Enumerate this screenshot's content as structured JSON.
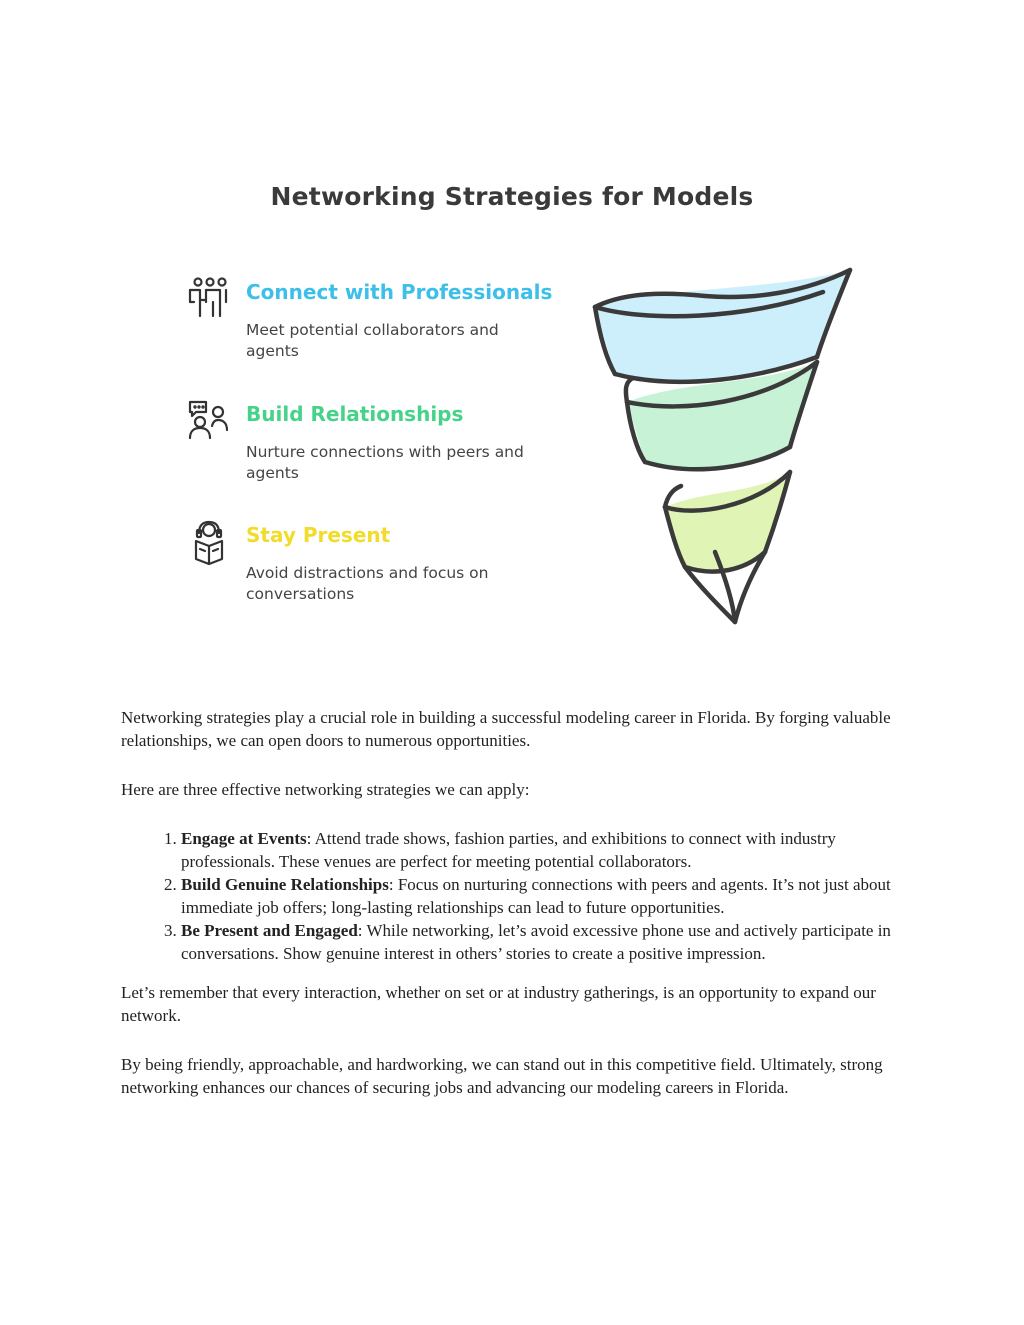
{
  "infographic": {
    "title": "Networking Strategies for Models",
    "strategies": [
      {
        "icon": "people-meeting-icon",
        "title": "Connect with Professionals",
        "description": "Meet potential collaborators and agents",
        "color": "#3cbfe8"
      },
      {
        "icon": "people-chat-icon",
        "title": "Build Relationships",
        "description": "Nurture connections with peers and agents",
        "color": "#46d389"
      },
      {
        "icon": "person-reading-icon",
        "title": "Stay Present",
        "description": "Avoid distractions and focus on conversations",
        "color": "#f2dc2a"
      }
    ],
    "funnel_colors": [
      "#cdeefb",
      "#c8f2d6",
      "#e0f5b5"
    ]
  },
  "body": {
    "intro": "Networking strategies play a crucial role in building a successful modeling career in Florida. By forging valuable relationships, we can open doors to numerous opportunities.",
    "list_intro": "Here are three effective networking strategies we can apply:",
    "list": [
      {
        "term": "Engage at Events",
        "text": ": Attend trade shows, fashion parties, and exhibitions to connect with industry professionals. These venues are perfect for meeting potential collaborators."
      },
      {
        "term": "Build Genuine Relationships",
        "text": ": Focus on nurturing connections with peers and agents. It’s not just about immediate job offers; long-lasting relationships can lead to future opportunities."
      },
      {
        "term": "Be Present and Engaged",
        "text": ": While networking, let’s avoid excessive phone use and actively participate in conversations. Show genuine interest in others’ stories to create a positive impression."
      }
    ],
    "paragraph_2": "Let’s remember that every interaction, whether on set or at industry gatherings, is an opportunity to expand our network.",
    "paragraph_3": "By being friendly, approachable, and hardworking, we can stand out in this competitive field. Ultimately, strong networking enhances our chances of securing jobs and advancing our modeling careers in Florida."
  }
}
